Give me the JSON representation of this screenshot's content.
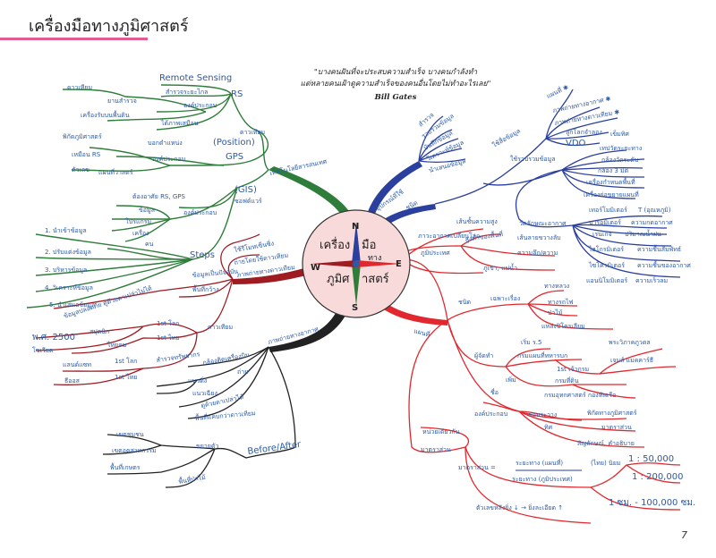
{
  "page": {
    "title": "เครื่องมือทางภูมิศาสตร์",
    "page_number": "7",
    "quote_line1": "\"บางคนฝันที่จะประสบความสำเร็จ บางคนกำลังทำ",
    "quote_line2": "แต่หลายคนเฝ้าดูความสำเร็จของคนอื่นโดยไม่ทำอะไรเลย\"",
    "quote_author": "Bill Gates"
  },
  "center": {
    "line1": "เครื่อง",
    "line2": "มือ",
    "line3": "ทาง",
    "line4": "ภูมิศ",
    "line5": "าสตร์",
    "compass": {
      "n": "N",
      "s": "S",
      "e": "E",
      "w": "W"
    }
  },
  "colors": {
    "green": "#2e7d3a",
    "blue": "#2a3f9e",
    "red": "#e0282e",
    "darkred": "#9e1b22",
    "black": "#222222",
    "label": "#2a5aa8",
    "center_fill": "#f8dada",
    "accent_rule": "#e45b93"
  },
  "branches": {
    "tech": {
      "label": "เทคโนโลยีสารสนเทศ",
      "satellite": "ดาวเทียม",
      "rs": {
        "label": "RS",
        "items": [
          "Remote Sensing",
          "สำรวจระยะไกล",
          "องค์ประกอบ",
          "ได้ภาพเสมือน"
        ],
        "sub": [
          "ดาวเทียม",
          "ยานสำรวจ",
          "เครื่องรับบนพื้นดิน"
        ]
      },
      "gps": {
        "label": "GPS",
        "position": "(Position)",
        "items": [
          "บอกตำแหน่ง",
          "องค์ประกอบ",
          "แผนที่วาสตร์"
        ],
        "sub": [
          "พิกัดภูมิศาสตร์",
          "เหมือน RS",
          "ตัวเลข"
        ]
      },
      "gis": {
        "label": "(GIS)",
        "label2": "ซอฟต์แวร์",
        "items": [
          "ต้องอาศัย RS, GPS",
          "องค์ประกอบ"
        ],
        "sub": [
          "ข้อมูล",
          "โปรแกรม",
          "เครื่อง",
          "คน"
        ]
      },
      "steps": {
        "label": "Steps",
        "items": [
          "1. นำเข้าข้อมูล",
          "2. ปรับแต่งข้อมูล",
          "3. บริหารข้อมูล",
          "4. วิเคราะห์ข้อมูล",
          "5. นำเสนอข้อมูล"
        ]
      }
    },
    "tools": {
      "label": "อุปกรณ์ที่ใช้",
      "items": [
        "สำรวจ",
        "รวบรวมข้อมูล",
        "บันทึกข้อมูล",
        "วิเคราะห์ข้อมูล",
        "นำเสนอข้อมูล"
      ]
    },
    "types": {
      "label": "ชนิด",
      "present": {
        "label": "ใช้สื่อข้อมูล",
        "items": [
          "แผนที่ ✱",
          "ภาพถ่ายทางอากาศ ✱",
          "ภาพถ่ายทางดาวเทียม ✱",
          "ลูกโลกจำลอง",
          "VDO"
        ]
      },
      "collect": {
        "label": "ใช้รวบรวมข้อมูล",
        "items": [
          "เข็มทิศ",
          "เทปวัดระยะทาง",
          "กล้องวัดระดับ",
          "กล้อง 3 มิติ",
          "เครื่องกำหนดพื้นที่",
          "เครื่องย่อขยายแผนที่"
        ]
      },
      "weather": {
        "label": "วัดลักษณะอากาศ",
        "items": [
          {
            "tool": "เทอร์โมมิเตอร์",
            "measure": "T (อุณหภูมิ)"
          },
          {
            "tool": "บารอมิเตอร์",
            "measure": "ความกดอากาศ"
          },
          {
            "tool": "เรนเกจ",
            "measure": "ปริมาณน้ำฝน"
          },
          {
            "tool": "ไฮโกรมิเตอร์",
            "measure": "ความชื้นสัมพัทธ์"
          },
          {
            "tool": "ไซโครมิเตอร์",
            "measure": "ความชื้นของอากาศ"
          },
          {
            "tool": "แอนนิโมมิเตอร์",
            "measure": "ความเร็วลม"
          }
        ]
      }
    },
    "map": {
      "label": "แผนที่",
      "world": {
        "label": "ภาพรวมภูมิประเทศ",
        "items": [
          "เส้นชั้นความสูง",
          "สูงต่ำของพื้นที่",
          "เส้นลายขวางลับ",
          "ความลึก/ความ",
          "ภูเขา, แม่น้ำ",
          "ภาวะอากาศเปลี่ยนโลก",
          "ภูมิประเทศ"
        ]
      },
      "kind": {
        "label": "ชนิด",
        "special": "เฉพาะเรื่อง",
        "items": [
          "ทางหลวง",
          "ทางรถไฟ",
          "ป่าไม้",
          "แหล่งปิโตรเลียม"
        ]
      },
      "maker": {
        "label": "ผู้จัดทำ",
        "items": [
          "เริ่ม ร.5",
          "กรมแผนที่ทหารบก",
          "1st เจ้ากรม",
          "พระวิภาคภูวดล",
          "เจมส์ แมคคาร์ธี",
          "เพิ่ม",
          "กรมที่ดิน",
          "กรมอุทกศาสตร์ กองทัพเรือ"
        ]
      },
      "elements": {
        "label": "องค์ประกอบ",
        "prefix": "ชื่อ",
        "items": [
          "ขอบระวาง",
          "พิกัดทางภูมิศาสตร์",
          "ทิศ",
          "มาตราส่วน",
          "สัญลักษณ์, คำอธิบาย"
        ]
      },
      "scale": {
        "unit_label": "หน่วยเดียวกัน",
        "label": "มาตราส่วน",
        "formula_lhs": "มาตราส่วน =",
        "numerator": "ระยะทาง (แผนที่)",
        "denominator": "ระยะทาง (ภูมิประเทศ)",
        "thai_std": "(ไทย) นิยม",
        "values": [
          "1 : 50,000",
          "1 : 200,000",
          "1 ซม. - 100,000 ซม."
        ],
        "note": "ตัวเลขหลังยิ่ง ↓ → ยิ่งละเอียด ↑"
      }
    },
    "aerial": {
      "label": "ภาพถ่ายทางดาวเทียม",
      "items": [
        "ข้อมูลเป็นปัจจุบัน",
        "พื้นที่กว้าง",
        "ถ่ายโดยใช้ดาวเทียม",
        "ใช้รีโมทเซ็นซิ่ง"
      ],
      "sub_label": "ข้อมูลปลอดภัย ดูด้วยตาเปล่าไม่ได้",
      "satellite": "ดาวเทียม",
      "history": [
        "พ.ศ. 2500",
        "โซเวียต",
        "สปุตนิก",
        "1st โลก",
        "ไทยคม",
        "1st ไทย",
        "แลนด์แซท",
        "1st โลก",
        "ธีออส",
        "1st ไทย",
        "สำรวจทรัพยากร"
      ]
    },
    "photo": {
      "label": "ภาพถ่ายทางอากาศ",
      "items": [
        "กล้องติดเครื่องบิน",
        "ถ่าย",
        "แนวดิ่ง",
        "แนวเฉียง",
        "ดูด้วยตาเปล่าได้",
        "พื้นที่แคบกว่าดาวเทียม"
      ],
      "before_after": {
        "label": "Before/After",
        "items": [
          "ขยายตัว",
          "เขตชุมชน",
          "เขตอุตสาหกรรม",
          "พื้นที่เกษตร",
          "พื้นที่ป่าไม้"
        ]
      }
    }
  }
}
